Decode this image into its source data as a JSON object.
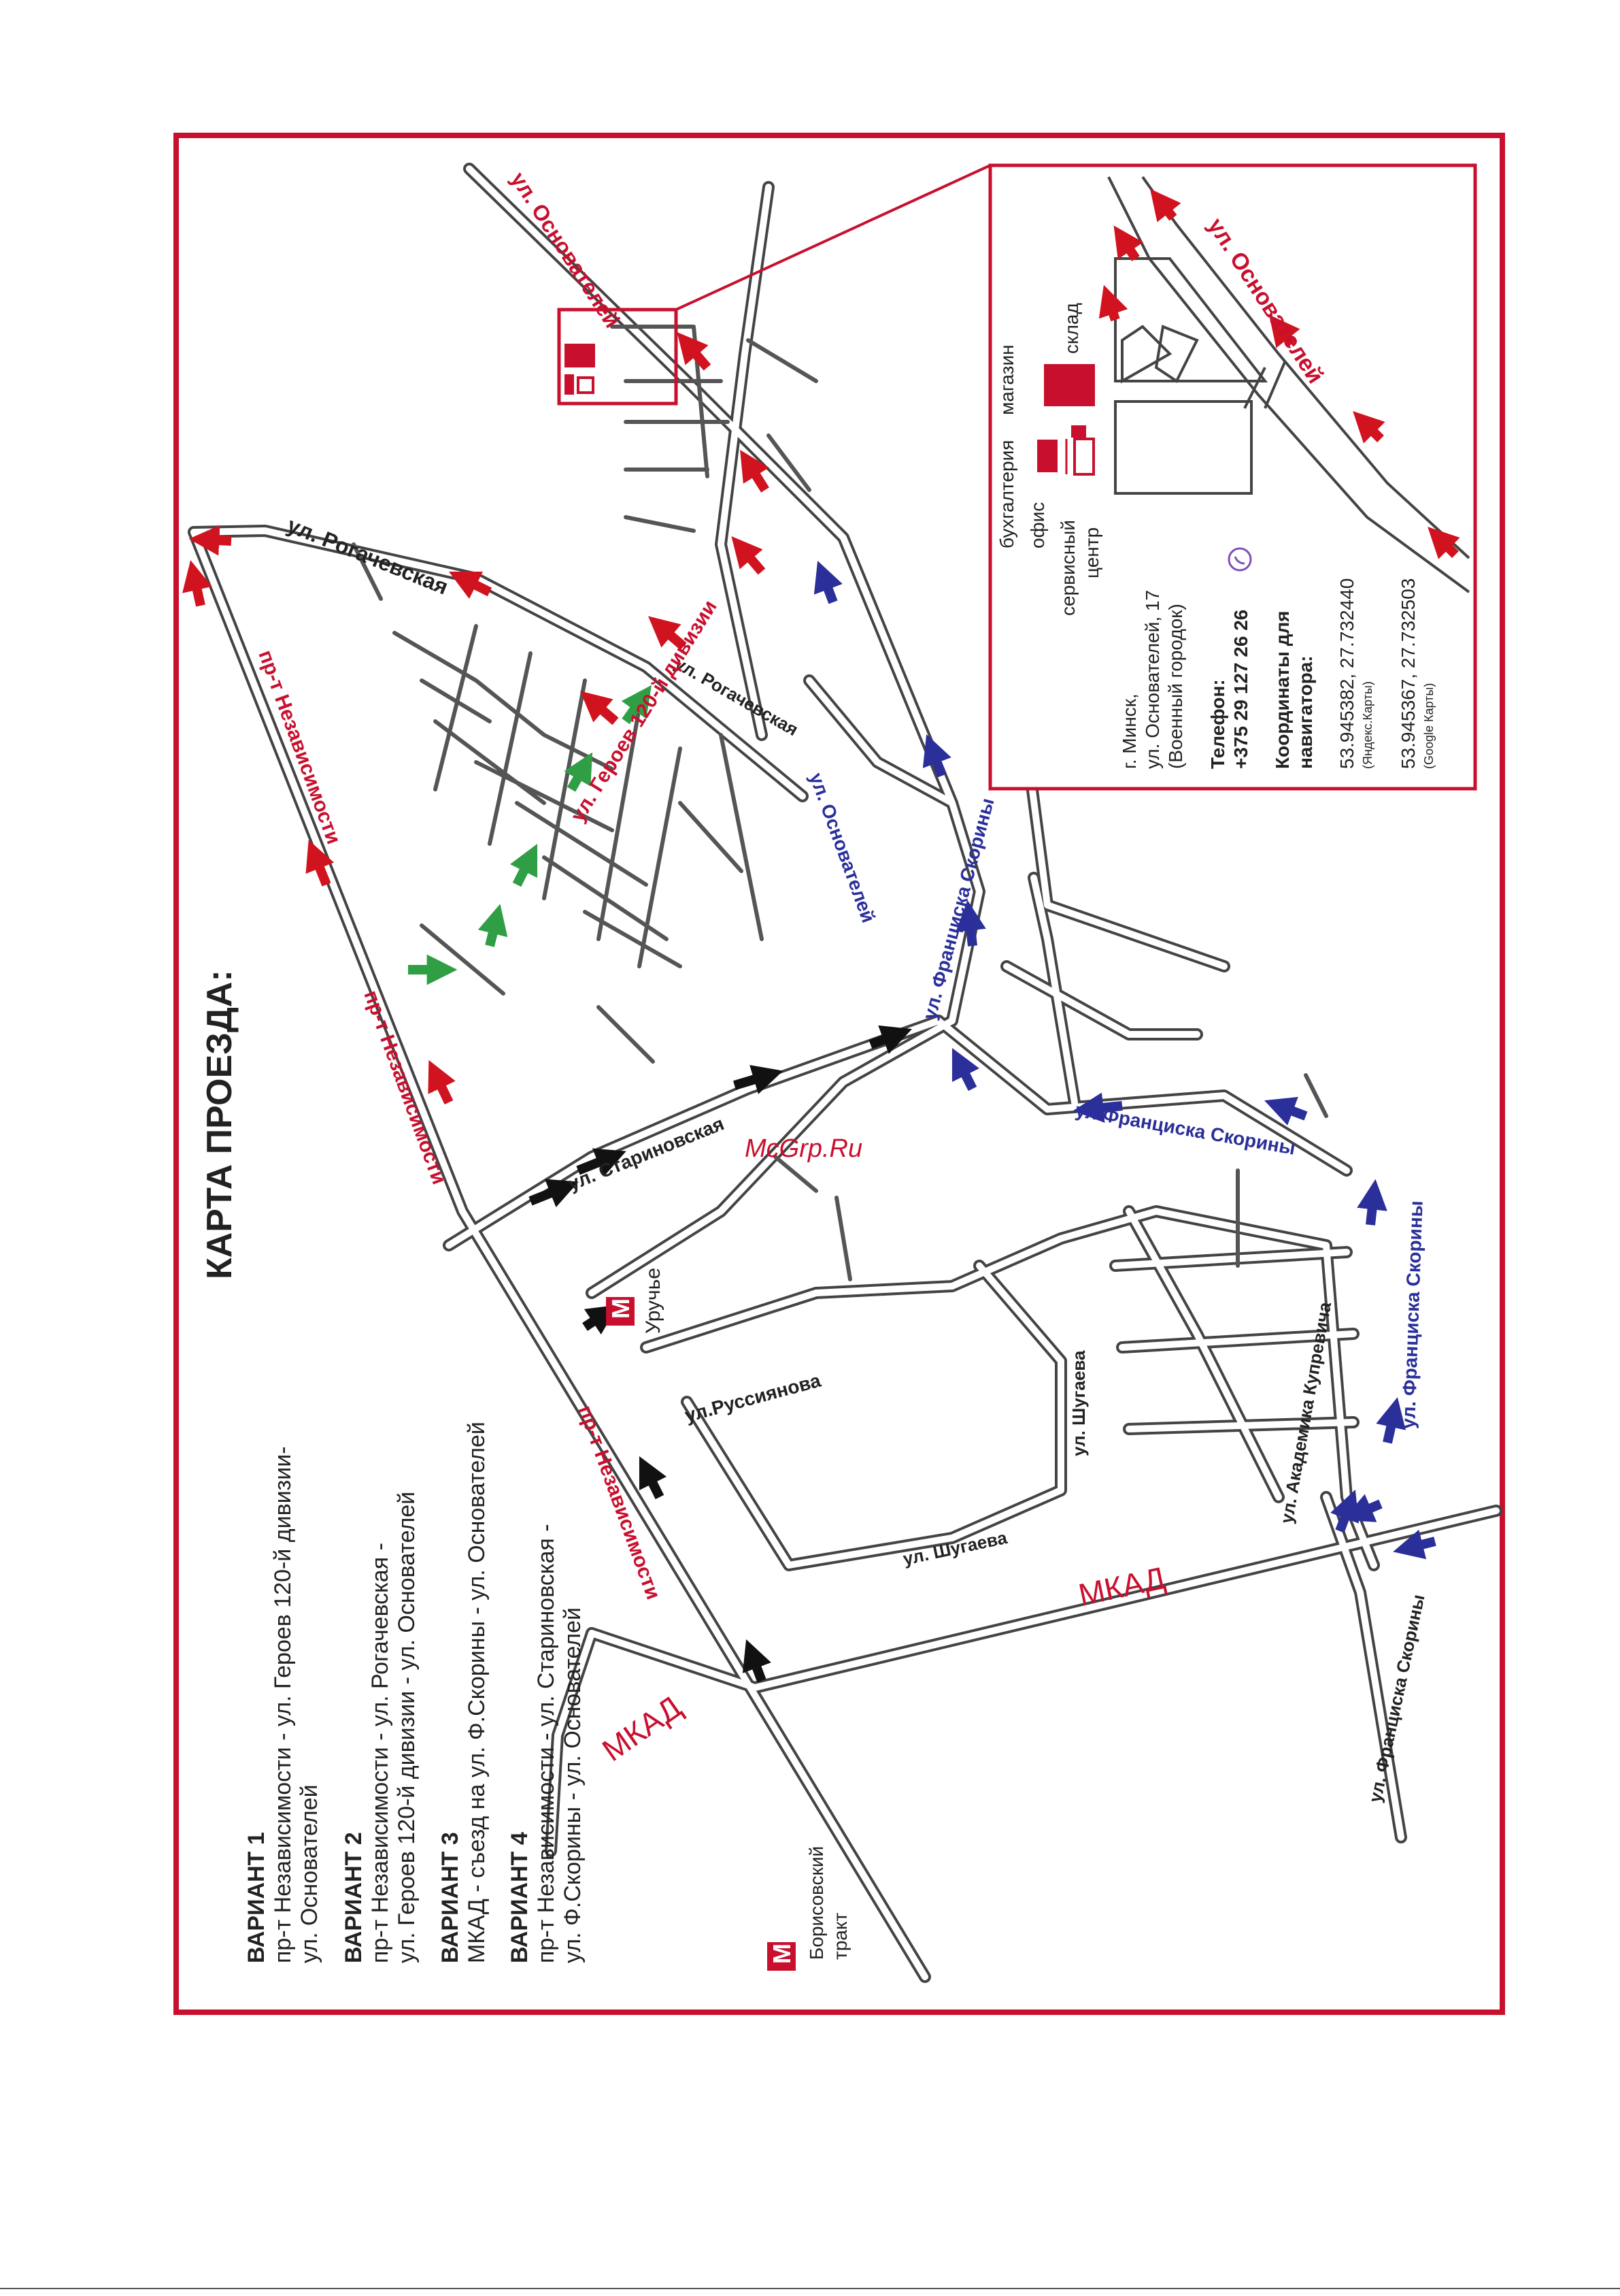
{
  "title": "КАРТА ПРОЕЗДА:",
  "watermark": "McGrp.Ru",
  "variants": [
    {
      "heading": "ВАРИАНТ 1",
      "lines": [
        "пр-т Независимости - ул. Героев 120-й дивизии-",
        "ул. Основателей"
      ]
    },
    {
      "heading": "ВАРИАНТ 2",
      "lines": [
        "пр-т Независимости - ул. Рогачевская -",
        "ул. Героев 120-й дивизии - ул. Основателей"
      ]
    },
    {
      "heading": "ВАРИАНТ 3",
      "lines": [
        "МКАД - съезд на ул. Ф.Скорины - ул. Основателей"
      ]
    },
    {
      "heading": "ВАРИАНТ 4",
      "lines": [
        "пр-т Независимости - ул. Стариновская -",
        "ул. Ф.Скорины - ул. Основателей"
      ]
    }
  ],
  "metro": {
    "symbol": "М",
    "uruchye": "Уручье",
    "borisov": [
      "Борисовский",
      "тракт"
    ]
  },
  "streets": {
    "osnovateley": "ул. Основателей",
    "rogachevskaya": "ул. Рогачевская",
    "geroev": "ул. Героев 120-й дивизии",
    "nezavisimosti": "пр-т Независимости",
    "starinovskaya": "ул. Стариновская",
    "skoriny": "ул. Франциска Скорины",
    "skoriny_b": "ул.Франциска Скорины",
    "russiyanova": "ул.Руссиянова",
    "shugaeva": "ул. Шугаева",
    "kuprevicha": "ул. Академика Купревича",
    "mkad": "МКАД"
  },
  "inset": {
    "labels": {
      "buhgalteria": "бухгалтерия",
      "ofis": "офис",
      "servis1": "сервисный",
      "servis2": "центр",
      "magazin": "магазин",
      "sklad": "склад",
      "street": "ул. Основателей"
    },
    "address": [
      "г. Минск,",
      "ул. Основателей, 17",
      "(Военный городок)"
    ],
    "phone_label": "Телефон:",
    "phone": "+375 29 127 26 26",
    "coords_label": [
      "Координаты для",
      "навигатора:"
    ],
    "coords": [
      {
        "value": "53.945382, 27.732440",
        "source": "(Яндекс.Карты)"
      },
      {
        "value": "53.945367, 27.732503",
        "source": "(Google Карты)"
      }
    ]
  },
  "colors": {
    "frame": "#c8102e",
    "route_red": "#d0131f",
    "route_blue": "#2a2f9a",
    "route_green": "#2f9e44",
    "route_black": "#111111",
    "road": "#444444"
  }
}
